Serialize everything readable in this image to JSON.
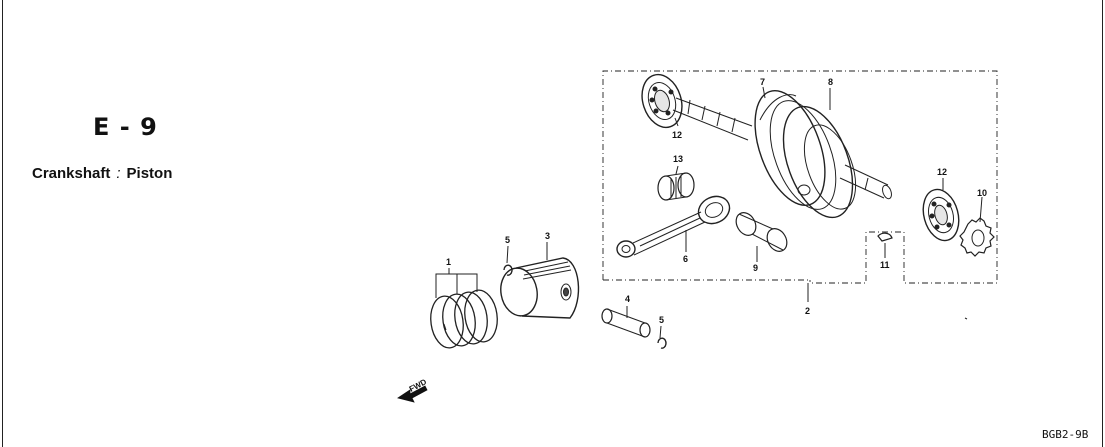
{
  "section": {
    "code": "E - 9",
    "title_left": "Crankshaft",
    "title_separator": ":",
    "title_right": "Piston"
  },
  "diagram_code": "BGB2-9B",
  "direction_label": "FWD",
  "callouts": [
    "1",
    "2",
    "3",
    "4",
    "5",
    "5",
    "6",
    "7",
    "8",
    "9",
    "10",
    "11",
    "12",
    "12",
    "13"
  ]
}
